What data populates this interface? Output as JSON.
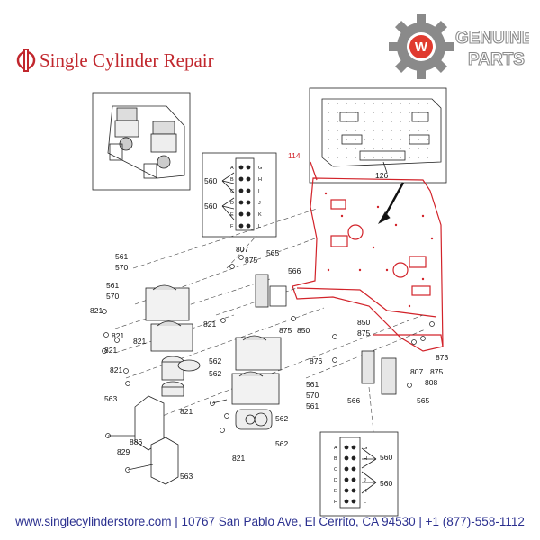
{
  "brand": {
    "name": "Single Cylinder Repair",
    "logo_icon": "sc-logo-icon"
  },
  "badge": {
    "line1": "GENUINE",
    "line2": "PARTS",
    "icon": "gear-w-icon"
  },
  "footer": {
    "text": "www.singlecylinderstore.com | 10767 San Pablo Ave, El Cerrito, CA 94530 | +1 (877)-558-1112"
  },
  "colors": {
    "brand_red": "#c1272d",
    "highlight_red": "#d2232a",
    "footer_blue": "#2a2f8f",
    "badge_gray": "#8a8a8a"
  },
  "callouts": {
    "c114": "114",
    "c126": "126",
    "c560a": "560",
    "c560b": "560",
    "c560c": "560",
    "c560d": "560",
    "c561a": "561",
    "c570a": "570",
    "c561b": "561",
    "c570b": "570",
    "c561c": "561",
    "c570c": "570",
    "c561d": "561",
    "c562a": "562",
    "c562b": "562",
    "c562c": "562",
    "c562d": "562",
    "c563a": "563",
    "c563b": "563",
    "c565a": "565",
    "c565b": "565",
    "c566a": "566",
    "c566b": "566",
    "c807a": "807",
    "c807b": "807",
    "c808": "808",
    "c829": "829",
    "c821a": "821",
    "c821b": "821",
    "c821c": "821",
    "c821d": "821",
    "c821e": "821",
    "c821f": "821",
    "c821g": "821",
    "c821h": "821",
    "c850a": "850",
    "c850b": "850",
    "c873": "873",
    "c875a": "875",
    "c875b": "875",
    "c875c": "875",
    "c875d": "875",
    "c876": "876",
    "c886": "886"
  },
  "terminal_letters": {
    "left": [
      "A",
      "B",
      "C",
      "D",
      "E",
      "F"
    ],
    "right": [
      "G",
      "H",
      "I",
      "J",
      "K",
      "L"
    ]
  }
}
